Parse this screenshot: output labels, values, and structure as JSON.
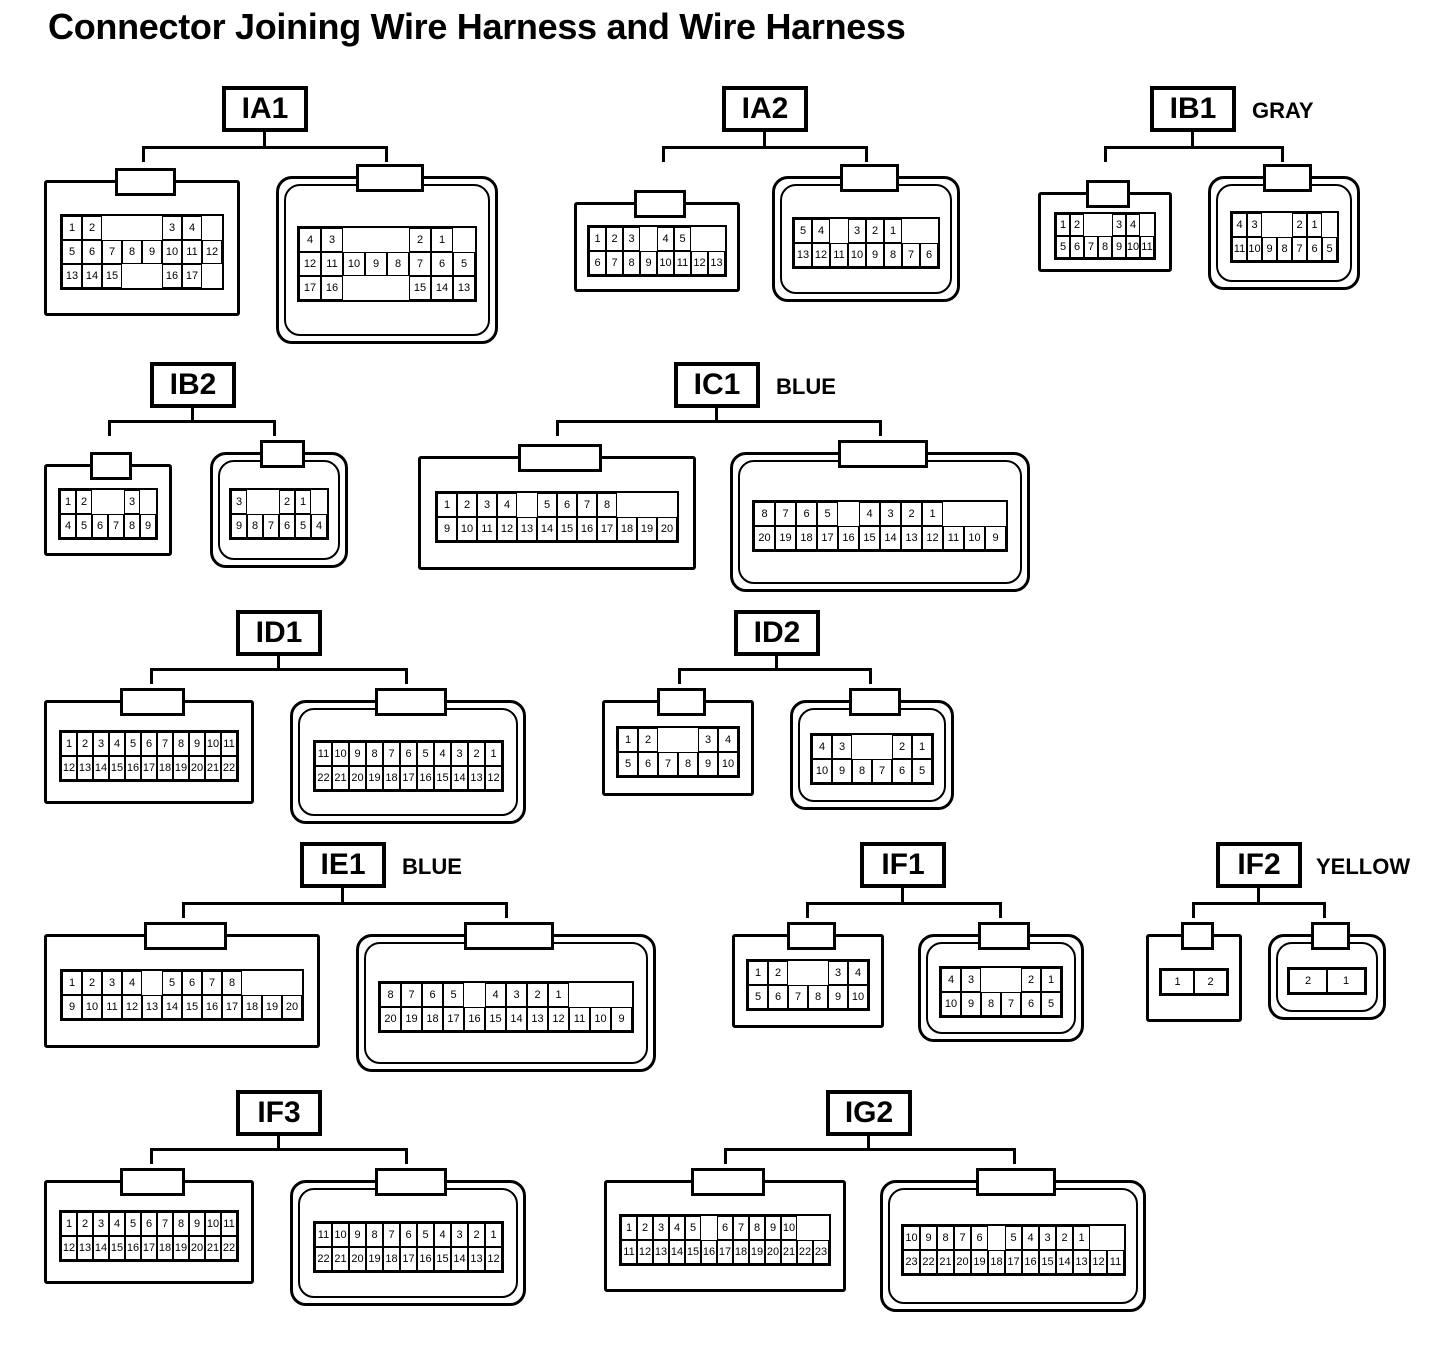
{
  "title": "Connector Joining Wire Harness and Wire Harness",
  "groups": [
    {
      "id": "IA1",
      "color": "",
      "left": {
        "cols": 7,
        "rows": [
          [
            "1",
            "2",
            "",
            "",
            "",
            "3",
            "4"
          ],
          [
            "5",
            "6",
            "7",
            "8",
            "9",
            "10",
            "11",
            "12"
          ],
          [
            "13",
            "14",
            "15",
            "",
            "",
            "16",
            "17"
          ]
        ]
      },
      "right": {
        "cols": 7,
        "rows": [
          [
            "4",
            "3",
            "",
            "",
            "",
            "2",
            "1"
          ],
          [
            "12",
            "11",
            "10",
            "9",
            "8",
            "7",
            "6",
            "5"
          ],
          [
            "17",
            "16",
            "",
            "",
            "",
            "15",
            "14",
            "13"
          ]
        ]
      }
    },
    {
      "id": "IA2",
      "color": "",
      "left": {
        "cols": 7,
        "rows": [
          [
            "1",
            "2",
            "3",
            "",
            "4",
            "5"
          ],
          [
            "6",
            "7",
            "8",
            "9",
            "10",
            "11",
            "12",
            "13"
          ]
        ]
      },
      "right": {
        "cols": 7,
        "rows": [
          [
            "5",
            "4",
            "",
            "3",
            "2",
            "1"
          ],
          [
            "13",
            "12",
            "11",
            "10",
            "9",
            "8",
            "7",
            "6"
          ]
        ]
      }
    },
    {
      "id": "IB1",
      "color": "GRAY",
      "left": {
        "cols": 6,
        "rows": [
          [
            "1",
            "2",
            "",
            "",
            "3",
            "4"
          ],
          [
            "5",
            "6",
            "7",
            "8",
            "9",
            "10",
            "11"
          ]
        ]
      },
      "right": {
        "cols": 6,
        "rows": [
          [
            "4",
            "3",
            "",
            "",
            "2",
            "1"
          ],
          [
            "11",
            "10",
            "9",
            "8",
            "7",
            "6",
            "5"
          ]
        ]
      }
    },
    {
      "id": "IB2",
      "color": "",
      "left": {
        "cols": 5,
        "rows": [
          [
            "1",
            "2",
            "",
            "",
            "3"
          ],
          [
            "4",
            "5",
            "6",
            "7",
            "8",
            "9"
          ]
        ]
      },
      "right": {
        "cols": 5,
        "rows": [
          [
            "3",
            "",
            "",
            "2",
            "1"
          ],
          [
            "9",
            "8",
            "7",
            "6",
            "5",
            "4"
          ]
        ]
      }
    },
    {
      "id": "IC1",
      "color": "BLUE",
      "left": {
        "cols": 12,
        "rows": [
          [
            "1",
            "2",
            "3",
            "4",
            "",
            "5",
            "6",
            "7",
            "8"
          ],
          [
            "9",
            "10",
            "11",
            "12",
            "13",
            "14",
            "15",
            "16",
            "17",
            "18",
            "19",
            "20"
          ]
        ]
      },
      "right": {
        "cols": 12,
        "rows": [
          [
            "8",
            "7",
            "6",
            "5",
            "",
            "4",
            "3",
            "2",
            "1"
          ],
          [
            "20",
            "19",
            "18",
            "17",
            "16",
            "15",
            "14",
            "13",
            "12",
            "11",
            "10",
            "9"
          ]
        ]
      }
    },
    {
      "id": "ID1",
      "color": "",
      "left": {
        "cols": 11,
        "rows": [
          [
            "1",
            "2",
            "3",
            "4",
            "5",
            "6",
            "7",
            "8",
            "9",
            "10",
            "11"
          ],
          [
            "12",
            "13",
            "14",
            "15",
            "16",
            "17",
            "18",
            "19",
            "20",
            "21",
            "22"
          ]
        ]
      },
      "right": {
        "cols": 11,
        "rows": [
          [
            "11",
            "10",
            "9",
            "8",
            "7",
            "6",
            "5",
            "4",
            "3",
            "2",
            "1"
          ],
          [
            "22",
            "21",
            "20",
            "19",
            "18",
            "17",
            "16",
            "15",
            "14",
            "13",
            "12"
          ]
        ]
      }
    },
    {
      "id": "ID2",
      "color": "",
      "left": {
        "cols": 6,
        "rows": [
          [
            "1",
            "2",
            "",
            "",
            "3",
            "4"
          ],
          [
            "5",
            "6",
            "7",
            "8",
            "9",
            "10"
          ]
        ]
      },
      "right": {
        "cols": 6,
        "rows": [
          [
            "4",
            "3",
            "",
            "",
            "2",
            "1"
          ],
          [
            "10",
            "9",
            "8",
            "7",
            "6",
            "5"
          ]
        ]
      }
    },
    {
      "id": "IE1",
      "color": "BLUE",
      "left": {
        "cols": 12,
        "rows": [
          [
            "1",
            "2",
            "3",
            "4",
            "",
            "5",
            "6",
            "7",
            "8"
          ],
          [
            "9",
            "10",
            "11",
            "12",
            "13",
            "14",
            "15",
            "16",
            "17",
            "18",
            "19",
            "20"
          ]
        ]
      },
      "right": {
        "cols": 12,
        "rows": [
          [
            "8",
            "7",
            "6",
            "5",
            "",
            "4",
            "3",
            "2",
            "1"
          ],
          [
            "20",
            "19",
            "18",
            "17",
            "16",
            "15",
            "14",
            "13",
            "12",
            "11",
            "10",
            "9"
          ]
        ]
      }
    },
    {
      "id": "IF1",
      "color": "",
      "left": {
        "cols": 6,
        "rows": [
          [
            "1",
            "2",
            "",
            "",
            "3",
            "4"
          ],
          [
            "5",
            "6",
            "7",
            "8",
            "9",
            "10"
          ]
        ]
      },
      "right": {
        "cols": 6,
        "rows": [
          [
            "4",
            "3",
            "",
            "",
            "2",
            "1"
          ],
          [
            "10",
            "9",
            "8",
            "7",
            "6",
            "5"
          ]
        ]
      }
    },
    {
      "id": "IF2",
      "color": "YELLOW",
      "left": {
        "cols": 2,
        "rows": [
          [
            "1",
            "2"
          ]
        ]
      },
      "right": {
        "cols": 2,
        "rows": [
          [
            "2",
            "1"
          ]
        ]
      }
    },
    {
      "id": "IF3",
      "color": "",
      "left": {
        "cols": 11,
        "rows": [
          [
            "1",
            "2",
            "3",
            "4",
            "5",
            "6",
            "7",
            "8",
            "9",
            "10",
            "11"
          ],
          [
            "12",
            "13",
            "14",
            "15",
            "16",
            "17",
            "18",
            "19",
            "20",
            "21",
            "22"
          ]
        ]
      },
      "right": {
        "cols": 11,
        "rows": [
          [
            "11",
            "10",
            "9",
            "8",
            "7",
            "6",
            "5",
            "4",
            "3",
            "2",
            "1"
          ],
          [
            "22",
            "21",
            "20",
            "19",
            "18",
            "17",
            "16",
            "15",
            "14",
            "13",
            "12"
          ]
        ]
      }
    },
    {
      "id": "IG2",
      "color": "",
      "left": {
        "cols": 12,
        "rows": [
          [
            "1",
            "2",
            "3",
            "4",
            "5",
            "",
            "6",
            "7",
            "8",
            "9",
            "10"
          ],
          [
            "11",
            "12",
            "13",
            "14",
            "15",
            "16",
            "17",
            "18",
            "19",
            "20",
            "21",
            "22",
            "23"
          ]
        ]
      },
      "right": {
        "cols": 12,
        "rows": [
          [
            "10",
            "9",
            "8",
            "7",
            "6",
            "",
            "5",
            "4",
            "3",
            "2",
            "1"
          ],
          [
            "23",
            "22",
            "21",
            "20",
            "19",
            "18",
            "17",
            "16",
            "15",
            "14",
            "13",
            "12",
            "11"
          ]
        ]
      }
    }
  ]
}
